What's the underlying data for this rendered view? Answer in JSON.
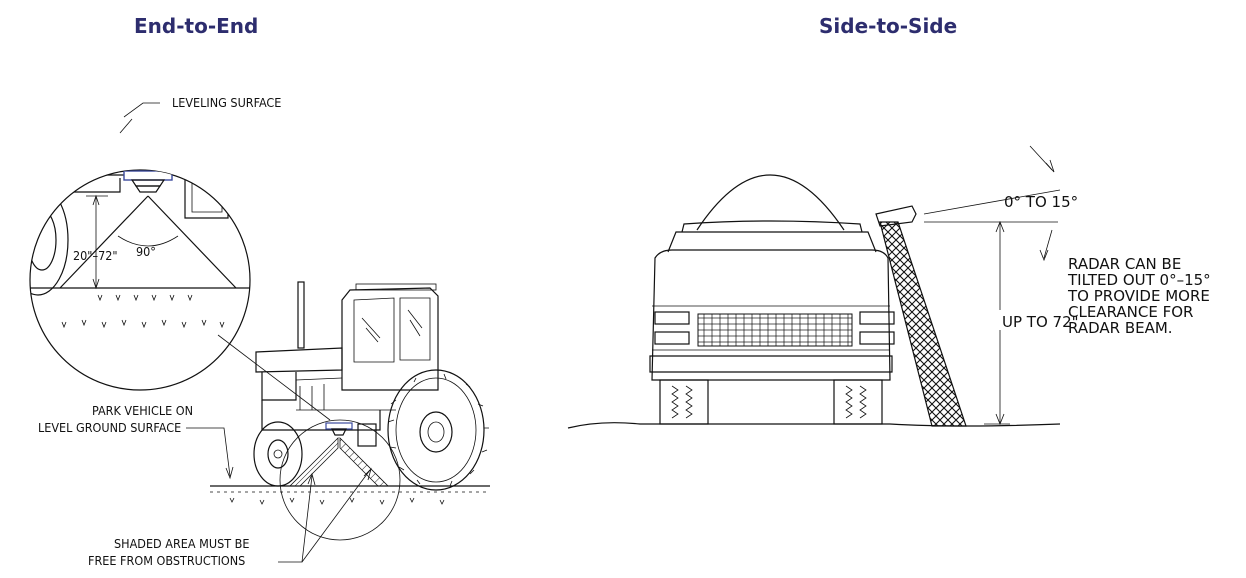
{
  "titles": {
    "left": "End-to-End",
    "right": "Side-to-Side"
  },
  "left_diagram": {
    "leveling_surface": "LEVELING SURFACE",
    "height_range": "20\"–72\"",
    "beam_angle": "90°",
    "park_vehicle": [
      "PARK VEHICLE ON",
      "LEVEL GROUND SURFACE"
    ],
    "shaded_area": [
      "SHADED AREA MUST BE",
      "FREE FROM OBSTRUCTIONS"
    ]
  },
  "right_diagram": {
    "tilt_range": "0°  TO  15°",
    "height": "UP TO 72\"",
    "note": [
      "RADAR CAN BE",
      "TILTED OUT 0°–15°",
      "TO PROVIDE MORE",
      "CLEARANCE FOR",
      "RADAR BEAM."
    ]
  },
  "colors": {
    "title": "#2d2d6e",
    "radar_outline": "#3b4a9c",
    "line": "#111111"
  }
}
